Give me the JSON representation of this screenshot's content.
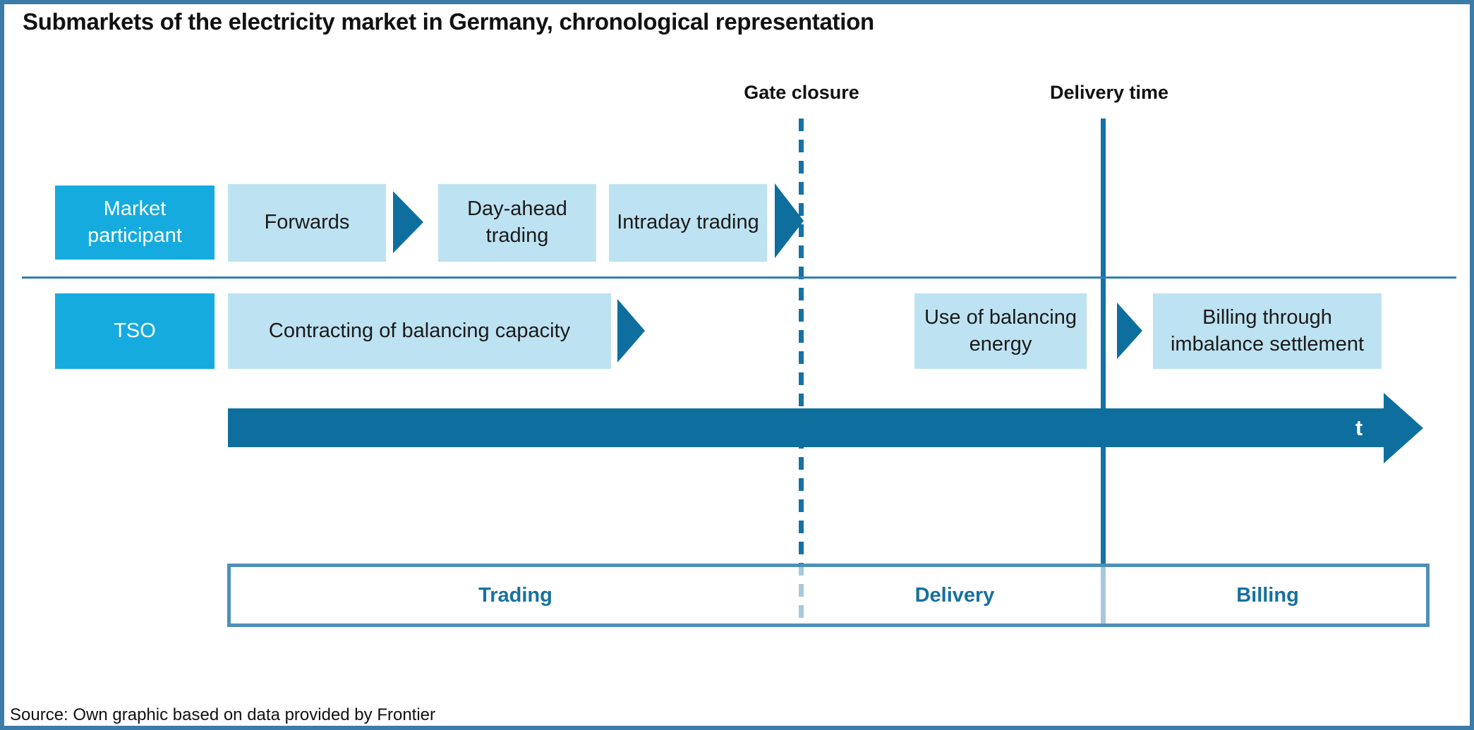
{
  "title": "Submarkets of the electricity market in Germany, chronological representation",
  "markers": {
    "gate_closure": "Gate closure",
    "delivery_time": "Delivery time"
  },
  "rows": [
    {
      "label": "Market participant",
      "boxes": [
        "Forwards",
        "Day-ahead trading",
        "Intraday trading"
      ]
    },
    {
      "label": "TSO",
      "boxes": [
        "Contracting of balancing capacity",
        "Use of balancing energy",
        "Billing through imbalance settlement"
      ]
    }
  ],
  "timeline": {
    "t_label": "t"
  },
  "phases": [
    "Trading",
    "Delivery",
    "Billing"
  ],
  "source": "Source: Own graphic based on data provided by Frontier",
  "colors": {
    "accent_cyan": "#15ABDF",
    "light_blue": "#BDE2F2",
    "dark_blue": "#0E6F9F",
    "line_blue": "#1572A5",
    "frame_blue": "#3B7CA9",
    "band_border_blue": "#4E90B8",
    "phase_text_blue": "#16719F"
  }
}
